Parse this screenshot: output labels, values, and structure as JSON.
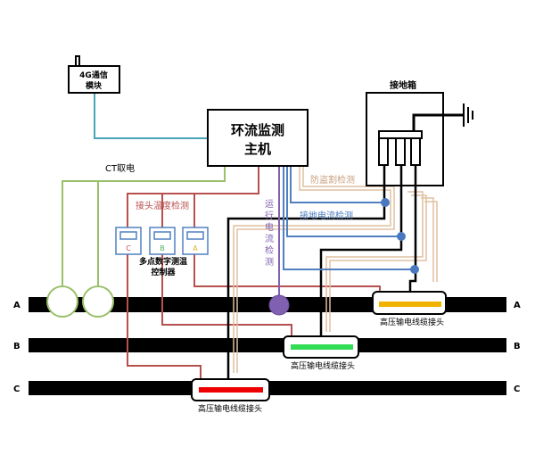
{
  "module_4g": {
    "line1": "4G通信",
    "line2": "模块"
  },
  "host": {
    "line1": "环流监测",
    "line2": "主机"
  },
  "ct_power_label": "CT取电",
  "joint_temp_label": "接头温度检测",
  "meters": [
    {
      "label": "C",
      "color": "#c05050"
    },
    {
      "label": "B",
      "color": "#50b060"
    },
    {
      "label": "A",
      "color": "#e0b020"
    }
  ],
  "controller": {
    "line1": "多点数字测温",
    "line2": "控制器"
  },
  "running_current_label": [
    "运",
    "行",
    "电",
    "流",
    "检",
    "测"
  ],
  "anti_theft_label": "防盗割检测",
  "ground_current_label": "接地电流检测",
  "ground_box_label": "接地箱",
  "phases": [
    "A",
    "B",
    "C"
  ],
  "joints": [
    {
      "label": "高压输电线缆接头",
      "phase": "A",
      "color": "#f0b400"
    },
    {
      "label": "高压输电线缆接头",
      "phase": "B",
      "color": "#33dd55"
    },
    {
      "label": "高压输电线缆接头",
      "phase": "C",
      "color": "#ee0000"
    }
  ],
  "colors": {
    "comm": "#4aa3b8",
    "ct": "#9ac06a",
    "temp": "#b85050",
    "running": "#8060b0",
    "ground": "#5080c0",
    "anti_theft": "#e0c0a0"
  }
}
